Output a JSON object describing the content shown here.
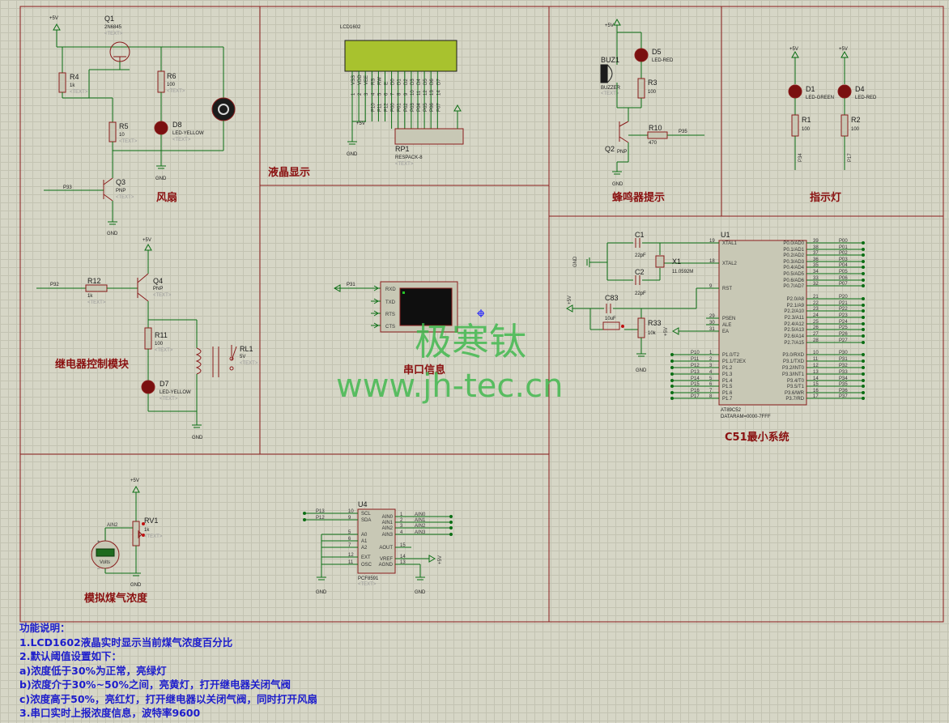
{
  "watermark": {
    "brand": "极寒钛",
    "url": "www.jh-tec.cn"
  },
  "sections": {
    "fan": "风扇",
    "lcd": "液晶显示",
    "buzzer": "蜂鸣器提示",
    "indicator": "指示灯",
    "relay": "继电器控制模块",
    "serial": "串口信息",
    "mcu": "C51最小系统",
    "gas": "模拟煤气浓度"
  },
  "components": {
    "q1": "Q1",
    "q1_type": "2N6845",
    "r4": "R4",
    "r4_val": "1k",
    "r6": "R6",
    "r6_val": "100",
    "d8": "D8",
    "d8_type": "LED-YELLOW",
    "r5": "R5",
    "r5_val": "10",
    "q3": "Q3",
    "q3_type": "PNP",
    "lcd_name": "LCD1602",
    "rp1": "RP1",
    "rp1_type": "RESPACK-8",
    "buz1": "BUZ1",
    "buz1_type": "BUZZER",
    "d5": "D5",
    "d5_type": "LED-RED",
    "r3": "R3",
    "r3_val": "100",
    "q2": "Q2",
    "q2_type": "PNP",
    "r10": "R10",
    "r10_val": "470",
    "d1": "D1",
    "d1_type": "LED-GREEN",
    "d4": "D4",
    "d4_type": "LED-RED",
    "r1": "R1",
    "r1_val": "100",
    "r2": "R2",
    "r2_val": "100",
    "r12": "R12",
    "r12_val": "1k",
    "q4": "Q4",
    "q4_type": "PNP",
    "r11": "R11",
    "r11_val": "100",
    "d7": "D7",
    "d7_type": "LED-YELLOW",
    "rl1": "RL1",
    "rl1_val": "5V",
    "c1": "C1",
    "c1_val": "22pF",
    "c2": "C2",
    "c2_val": "22pF",
    "x1": "X1",
    "x1_val": "11.0592M",
    "c83": "C83",
    "c83_val": "10uF",
    "r33": "R33",
    "r33_val": "10k",
    "u1": "U1",
    "u1_type": "AT89C52",
    "u1_dataram": "DATARAM=0000-7FFF",
    "rv1": "RV1",
    "rv1_val": "1k",
    "u4": "U4",
    "u4_type": "PCF8591",
    "text_tag": "<TEXT>",
    "gnd": "GND",
    "vcc": "+5V",
    "volts": "Volts"
  },
  "mcu_left_pins": [
    {
      "name": "XTAL1",
      "num": "19"
    },
    {
      "name": "XTAL2",
      "num": "18"
    },
    {
      "name": "RST",
      "num": "9"
    },
    {
      "name": "PSEN",
      "num": "29"
    },
    {
      "name": "ALE",
      "num": "30"
    },
    {
      "name": "EA",
      "num": "31"
    },
    {
      "name": "P1.0/T2",
      "num": "1",
      "net": "P10"
    },
    {
      "name": "P1.1/T2EX",
      "num": "2",
      "net": "P11"
    },
    {
      "name": "P1.2",
      "num": "3",
      "net": "P12"
    },
    {
      "name": "P1.3",
      "num": "4",
      "net": "P13"
    },
    {
      "name": "P1.4",
      "num": "5",
      "net": "P14"
    },
    {
      "name": "P1.5",
      "num": "6",
      "net": "P15"
    },
    {
      "name": "P1.6",
      "num": "7",
      "net": "P16"
    },
    {
      "name": "P1.7",
      "num": "8",
      "net": "P17"
    }
  ],
  "mcu_right_pins": [
    {
      "name": "P0.0/AD0",
      "num": "39",
      "net": "P00"
    },
    {
      "name": "P0.1/AD1",
      "num": "38",
      "net": "P01"
    },
    {
      "name": "P0.2/AD2",
      "num": "37",
      "net": "P02"
    },
    {
      "name": "P0.3/AD3",
      "num": "36",
      "net": "P03"
    },
    {
      "name": "P0.4/AD4",
      "num": "35",
      "net": "P04"
    },
    {
      "name": "P0.5/AD5",
      "num": "34",
      "net": "P05"
    },
    {
      "name": "P0.6/AD6",
      "num": "33",
      "net": "P06"
    },
    {
      "name": "P0.7/AD7",
      "num": "32",
      "net": "P07"
    },
    {
      "name": "P2.0/A8",
      "num": "21",
      "net": "P20"
    },
    {
      "name": "P2.1/A9",
      "num": "22",
      "net": "P21"
    },
    {
      "name": "P2.2/A10",
      "num": "23",
      "net": "P22"
    },
    {
      "name": "P2.3/A11",
      "num": "24",
      "net": "P23"
    },
    {
      "name": "P2.4/A12",
      "num": "25",
      "net": "P24"
    },
    {
      "name": "P2.5/A13",
      "num": "26",
      "net": "P25"
    },
    {
      "name": "P2.6/A14",
      "num": "27",
      "net": "P26"
    },
    {
      "name": "P2.7/A15",
      "num": "28",
      "net": "P27"
    },
    {
      "name": "P3.0/RXD",
      "num": "10",
      "net": "P30"
    },
    {
      "name": "P3.1/TXD",
      "num": "11",
      "net": "P31"
    },
    {
      "name": "P3.2/INT0",
      "num": "12",
      "net": "P32"
    },
    {
      "name": "P3.3/INT1",
      "num": "13",
      "net": "P33"
    },
    {
      "name": "P3.4/T0",
      "num": "14",
      "net": "P34"
    },
    {
      "name": "P3.5/T1",
      "num": "15",
      "net": "P35"
    },
    {
      "name": "P3.6/WR",
      "num": "16",
      "net": "P36"
    },
    {
      "name": "P3.7/RD",
      "num": "17",
      "net": "P37"
    }
  ],
  "lcd_pins": [
    "VSS",
    "VDD",
    "VEE",
    "RS",
    "RW",
    "E",
    "D0",
    "D1",
    "D2",
    "D3",
    "D4",
    "D5",
    "D6",
    "D7"
  ],
  "lcd_pin_nums": [
    "1",
    "2",
    "3",
    "4",
    "5",
    "6",
    "7",
    "8",
    "9",
    "10",
    "11",
    "12",
    "13",
    "14"
  ],
  "lcd_nets": [
    "P10",
    "P11",
    "P12",
    "P00",
    "P01",
    "P02",
    "P03",
    "P04",
    "P05",
    "P06",
    "P07"
  ],
  "serial_pins": [
    "RXD",
    "TXD",
    "RTS",
    "CTS"
  ],
  "pcf_left": [
    {
      "name": "SCL",
      "num": "10",
      "net": "P13"
    },
    {
      "name": "SDA",
      "num": "9",
      "net": "P12"
    },
    {
      "name": "A0",
      "num": "5"
    },
    {
      "name": "A1",
      "num": "6"
    },
    {
      "name": "A2",
      "num": "7"
    },
    {
      "name": "EXT",
      "num": "12"
    },
    {
      "name": "OSC",
      "num": "11"
    }
  ],
  "pcf_right": [
    {
      "name": "AIN0",
      "num": "1",
      "net": "AIN0"
    },
    {
      "name": "AIN1",
      "num": "2",
      "net": "AIN1"
    },
    {
      "name": "AIN2",
      "num": "3",
      "net": "AIN2"
    },
    {
      "name": "AIN3",
      "num": "4",
      "net": "AIN3"
    },
    {
      "name": "AOUT",
      "num": "15"
    },
    {
      "name": "VREF",
      "num": "14"
    },
    {
      "name": "AGND",
      "num": "13"
    }
  ],
  "nets": {
    "p33": "P33",
    "p32": "P32",
    "p31": "P31",
    "p35": "P35",
    "p34": "P34",
    "p17": "P17",
    "ain2": "AIN2"
  },
  "notes": [
    "功能说明：",
    "1.LCD1602液晶实时显示当前煤气浓度百分比",
    "2.默认阈值设置如下：",
    "a)浓度低于30%为正常，亮绿灯",
    "b)浓度介于30%~50%之间，亮黄灯，打开继电器关闭气阀",
    "c)浓度高于50%，亮红灯，打开继电器以关闭气阀，同时打开风扇",
    "3.串口实时上报浓度信息，波特率9600"
  ]
}
